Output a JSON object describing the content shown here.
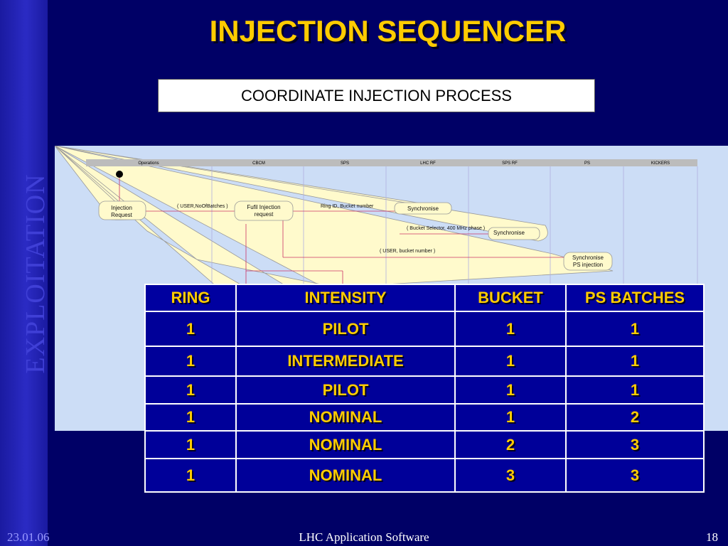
{
  "sidebar": {
    "label": "EXPLOITATION"
  },
  "title": "INJECTION SEQUENCER",
  "subtitle": "COORDINATE INJECTION PROCESS",
  "diagram": {
    "lanes": [
      "Operations",
      "CBCM",
      "SPS",
      "LHC RF",
      "SPS RF",
      "PS",
      "KICKERS"
    ],
    "boxes": {
      "injection_request": [
        "Injection",
        "Request"
      ],
      "fufil_request": [
        "Fufil Injection",
        "request"
      ],
      "synchronise_1": "Synchronise",
      "synchronise_2": "Synchronise",
      "synchronise_ps": [
        "Synchronise",
        "PS injection"
      ]
    },
    "messages": {
      "user_batches": "( USER,NoOfBatches )",
      "ring_bucket": "Ring ID, Bucket number",
      "bucket_selector": "( Bucket Selector, 400 MHz phase )",
      "user_bucket": "( USER, bucket number )"
    }
  },
  "table": {
    "headers": [
      "RING",
      "INTENSITY",
      "BUCKET",
      "PS BATCHES"
    ],
    "rows": [
      [
        "1",
        "PILOT",
        "1",
        "1"
      ],
      [
        "1",
        "INTERMEDIATE",
        "1",
        "1"
      ],
      [
        "1",
        "PILOT",
        "1",
        "1"
      ],
      [
        "1",
        "NOMINAL",
        "1",
        "2"
      ],
      [
        "1",
        "NOMINAL",
        "2",
        "3"
      ],
      [
        "1",
        "NOMINAL",
        "3",
        "3"
      ]
    ]
  },
  "footer": {
    "date": "23.01.06",
    "center": "LHC Application Software",
    "page": "18"
  }
}
